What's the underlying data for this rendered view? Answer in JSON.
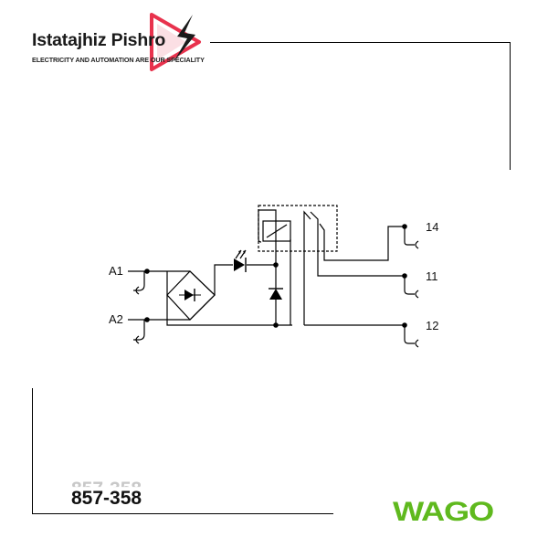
{
  "header": {
    "brand_name": "Istatajhiz Pishro",
    "brand_tagline": "ELECTRICITY AND AUTOMATION ARE OUR SPECIALITY",
    "brand_color": "#e8324d"
  },
  "diagram": {
    "terminals": {
      "a1": "A1",
      "a2": "A2",
      "t14": "14",
      "t11": "11",
      "t12": "12"
    }
  },
  "footer": {
    "part_number": "857-358",
    "wago_text": "WAGO",
    "wago_color": "#5fb91e"
  }
}
